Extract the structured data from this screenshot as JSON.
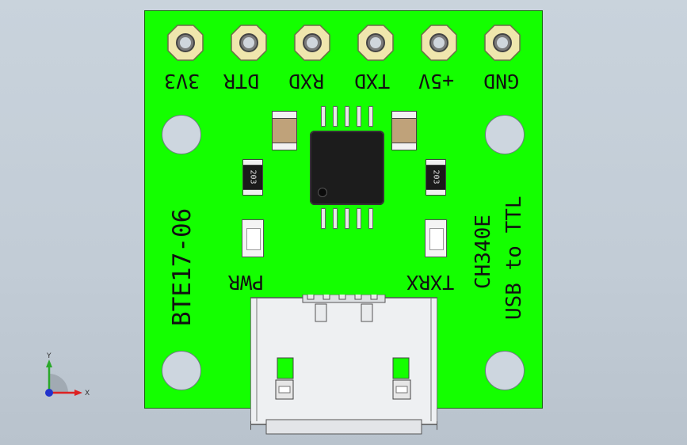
{
  "pins": [
    "3V3",
    "DTR",
    "RXD",
    "TXD",
    "+5V",
    "GND"
  ],
  "board": {
    "part_number": "BTE17-06",
    "chip": "CH340E",
    "function": "USB to TTL",
    "led_power": "PWR",
    "led_data": "TXRX"
  },
  "resistor_code": "203",
  "axes": {
    "x": "X",
    "y": "Y"
  },
  "colors": {
    "board": "#14ff00",
    "background": "#c9d3dc",
    "pad": "#f0e8b0"
  }
}
